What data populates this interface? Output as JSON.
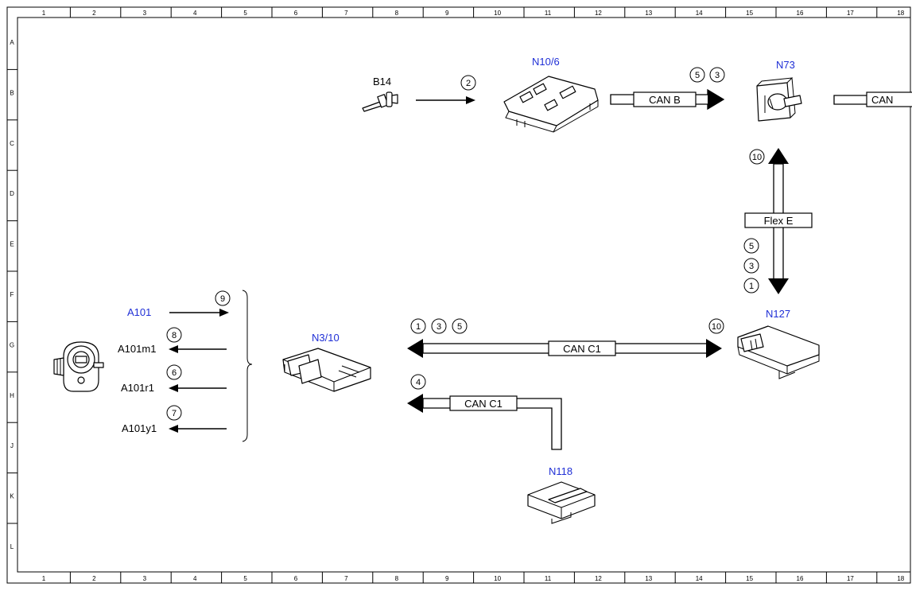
{
  "grid": {
    "columns": [
      "1",
      "2",
      "3",
      "4",
      "5",
      "6",
      "7",
      "8",
      "9",
      "10",
      "11",
      "12",
      "13",
      "14",
      "15",
      "16",
      "17",
      "18"
    ],
    "rows": [
      "A",
      "B",
      "C",
      "D",
      "E",
      "F",
      "G",
      "H",
      "J",
      "K",
      "L"
    ]
  },
  "components": {
    "b14": "B14",
    "n10_6": "N10/6",
    "n73": "N73",
    "a101": "A101",
    "a101m1": "A101m1",
    "a101r1": "A101r1",
    "a101y1": "A101y1",
    "n3_10": "N3/10",
    "n127": "N127",
    "n118": "N118"
  },
  "buses": {
    "can_b": "CAN B",
    "can_right": "CAN",
    "flex_e": "Flex E",
    "can_c1_main": "CAN C1",
    "can_c1_lower": "CAN C1"
  },
  "numbers": {
    "n2": "2",
    "n5_top": "5",
    "n3_top": "3",
    "n10_vert": "10",
    "n5_vert": "5",
    "n3_vert": "3",
    "n1_vert": "1",
    "n9": "9",
    "n8": "8",
    "n6": "6",
    "n7": "7",
    "n1_h": "1",
    "n3_h": "3",
    "n5_h": "5",
    "n10_h": "10",
    "n4": "4"
  },
  "colors": {
    "component_label": "#1f2fd6",
    "line": "#000000"
  }
}
